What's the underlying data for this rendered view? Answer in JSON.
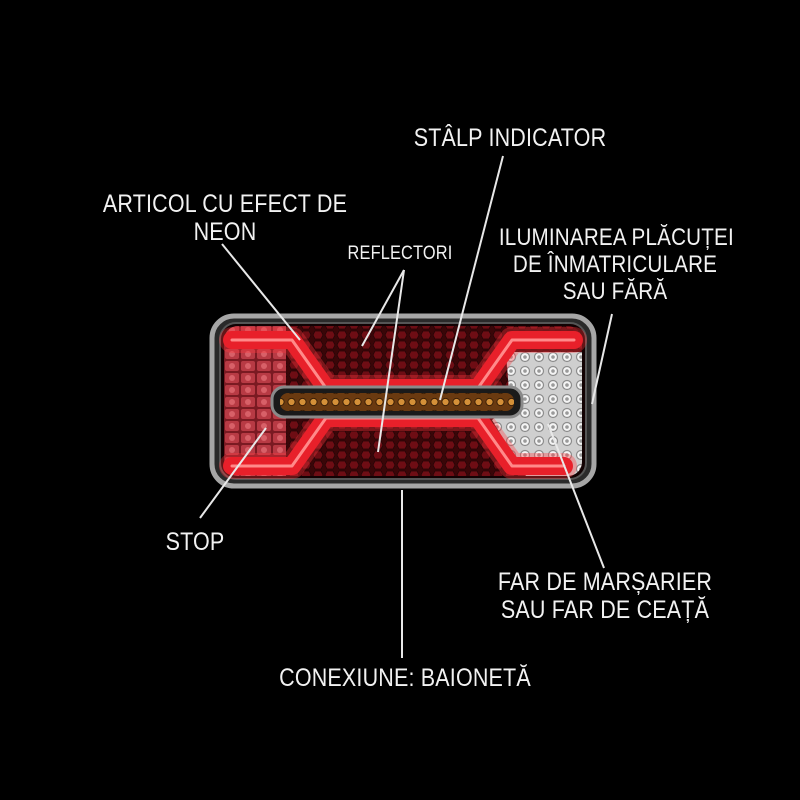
{
  "labels": {
    "neon": [
      "ARTICOL CU EFECT DE",
      "NEON"
    ],
    "reflectori": "REFLECTORI",
    "stalp": "STÂLP INDICATOR",
    "iluminare": [
      "ILUMINAREA PLĂCUȚEI",
      "DE ÎNMATRICULARE",
      "SAU FĂRĂ"
    ],
    "stop": "STOP",
    "far": [
      "FAR DE MARȘARIER",
      "SAU FAR DE CEAȚĂ"
    ],
    "conexiune": "CONEXIUNE: BAIONETĂ"
  },
  "colors": {
    "background": "#000000",
    "housing": "#9a9a9a",
    "red_neon": "#e8202a",
    "red_dark": "#5a0a10",
    "amber": "#d88a2a",
    "white_led": "#e6e6e6",
    "label_text": "#f2f2f2",
    "leader_line": "#e8e8e8"
  }
}
